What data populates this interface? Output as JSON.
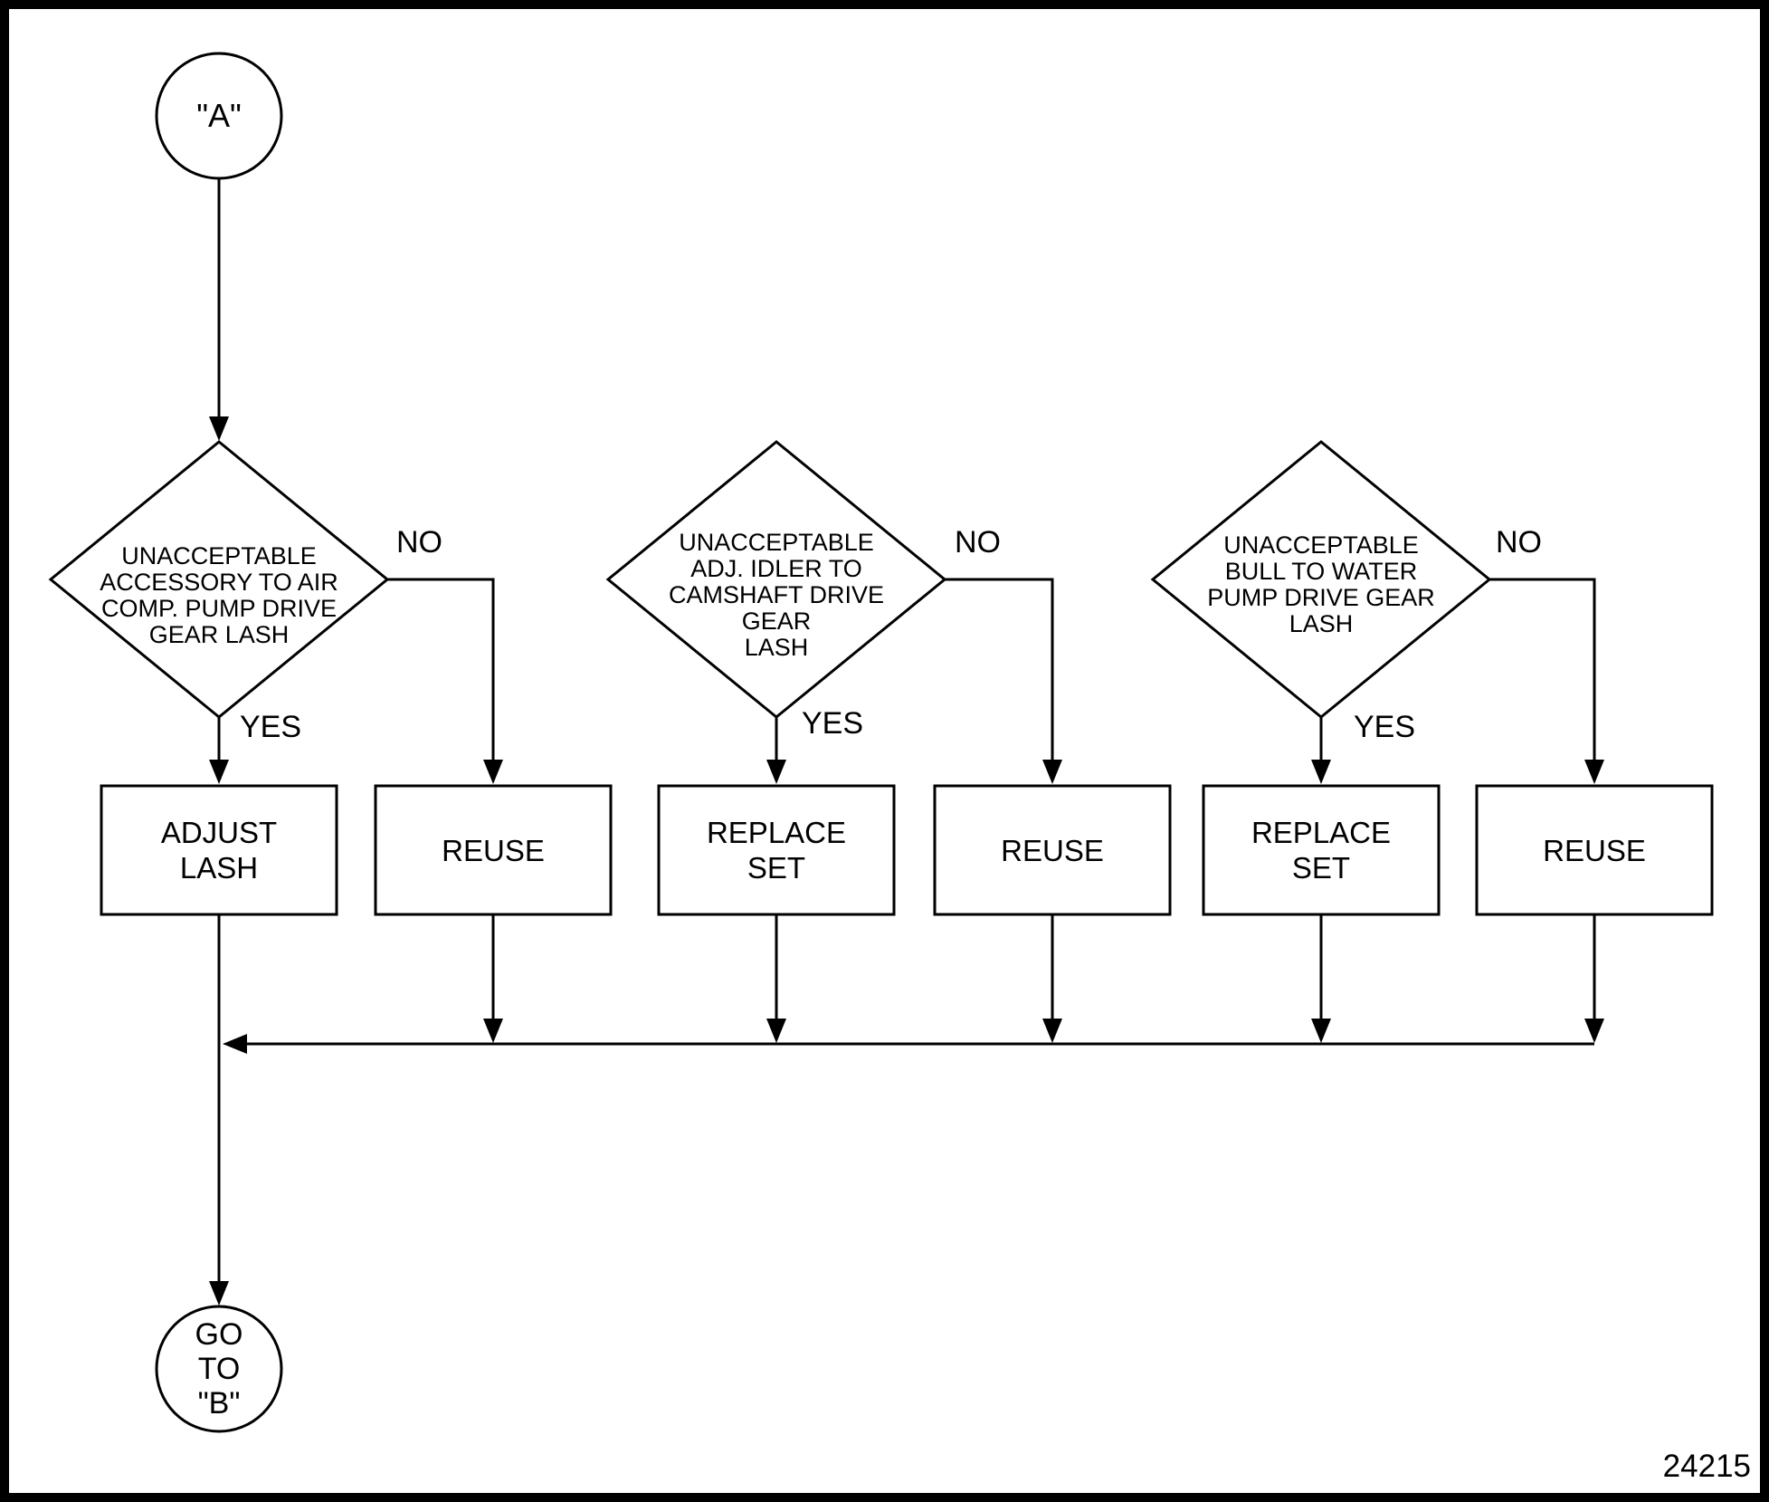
{
  "page": {
    "background_color": "#ffffff",
    "line_color": "#000000",
    "figure_number": "24215"
  },
  "start_node": {
    "label": "\"A\""
  },
  "decisions": [
    {
      "label": "UNACCEPTABLE\nACCESSORY TO AIR\nCOMP. PUMP DRIVE\nGEAR LASH",
      "no_label": "NO",
      "yes_label": "YES"
    },
    {
      "label": "UNACCEPTABLE\nADJ. IDLER TO\nCAMSHAFT DRIVE\nGEAR\nLASH",
      "no_label": "NO",
      "yes_label": "YES"
    },
    {
      "label": "UNACCEPTABLE\nBULL TO WATER\nPUMP DRIVE GEAR\nLASH",
      "no_label": "NO",
      "yes_label": "YES"
    }
  ],
  "actions": [
    {
      "label": "ADJUST\nLASH"
    },
    {
      "label": "REUSE"
    },
    {
      "label": "REPLACE\nSET"
    },
    {
      "label": "REUSE"
    },
    {
      "label": "REPLACE\nSET"
    },
    {
      "label": "REUSE"
    }
  ],
  "end_node": {
    "label": "GO\nTO\n\"B\""
  }
}
